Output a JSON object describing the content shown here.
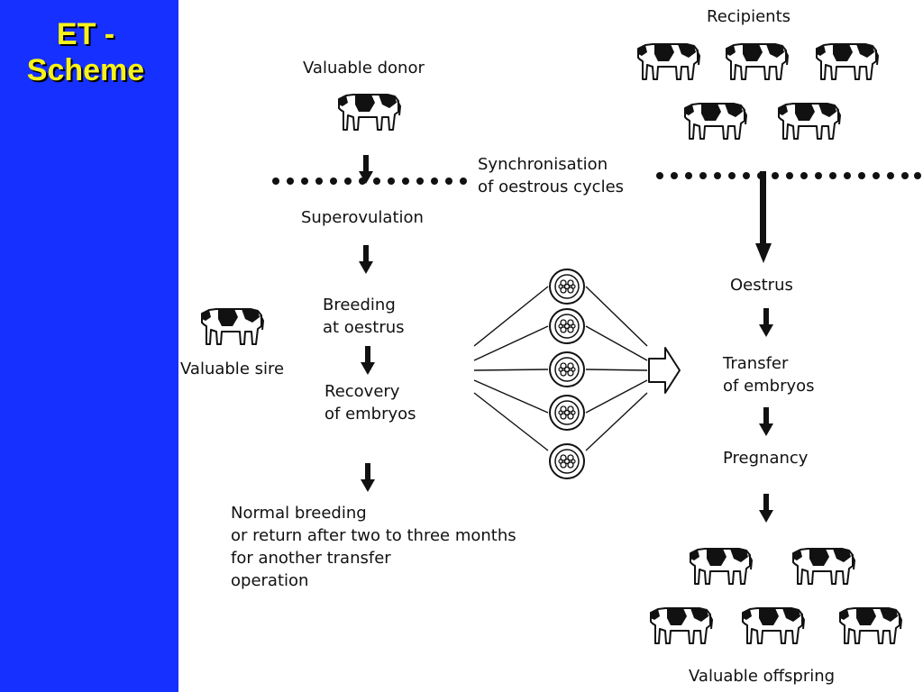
{
  "title": {
    "line1": "ET -",
    "line2": "Scheme"
  },
  "colors": {
    "sidebar": "#1530ff",
    "title": "#f6f21a",
    "ink": "#111111"
  },
  "labels": {
    "recipients": "Recipients",
    "valuable_donor": "Valuable donor",
    "sync_line1": "Synchronisation",
    "sync_line2": "of oestrous cycles",
    "superovulation": "Superovulation",
    "breeding_line1": "Breeding",
    "breeding_line2": "at oestrus",
    "valuable_sire": "Valuable sire",
    "recovery_line1": "Recovery",
    "recovery_line2": "of embryos",
    "oestrus": "Oestrus",
    "transfer_line1": "Transfer",
    "transfer_line2": "of embryos",
    "pregnancy": "Pregnancy",
    "normal_line1": "Normal breeding",
    "normal_line2": "or return after two to three months",
    "normal_line3": "for another transfer",
    "normal_line4": "operation",
    "valuable_offspring": "Valuable offspring"
  }
}
